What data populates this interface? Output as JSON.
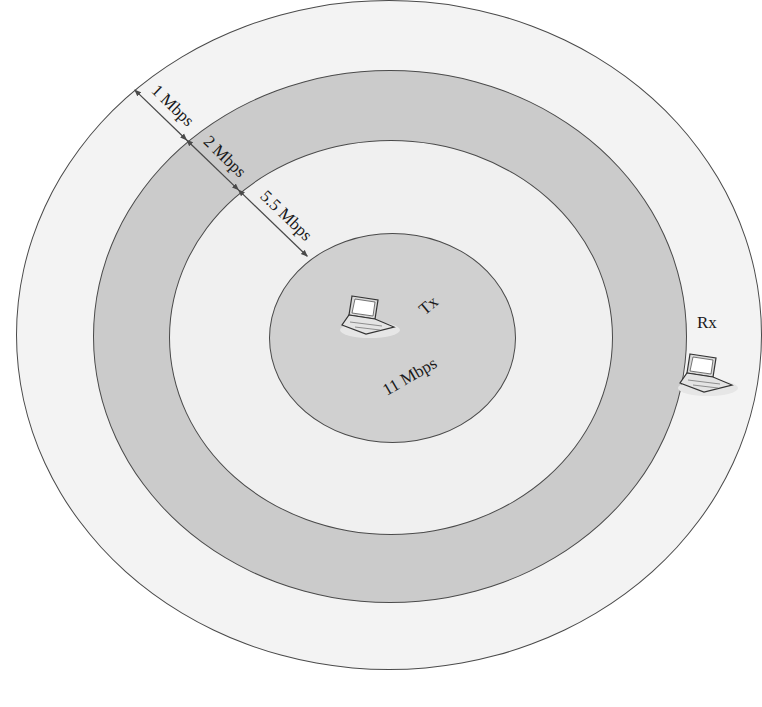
{
  "diagram": {
    "nodes": [
      {
        "text": [
          "1 Mbps"
        ]
      },
      {
        "text": [
          "2 Mbps"
        ],
        "in": 0
      },
      {
        "text": [
          "5.5 Mbps"
        ],
        "in": 1
      },
      {
        "text": [
          "11 Mbps"
        ],
        "in": 2
      }
    ],
    "labels": [
      "Tx",
      "Rx"
    ]
  }
}
